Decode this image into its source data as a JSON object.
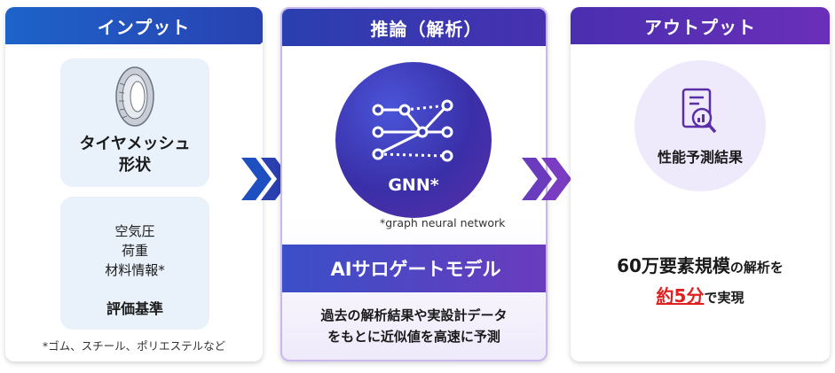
{
  "input": {
    "header": "インプット",
    "shape_line1": "タイヤメッシュ",
    "shape_line2": "形状",
    "conditions": [
      "空気圧",
      "荷重",
      "材料情報*"
    ],
    "criteria": "評価基準",
    "footnote": "*ゴム、スチール、ポリエステルなど"
  },
  "inference": {
    "header": "推論（解析）",
    "gnn_label": "GNN*",
    "gnn_note": "*graph neural network",
    "model_title": "AIサロゲートモデル",
    "desc_line1": "過去の解析結果や実設計データ",
    "desc_line2": "をもとに近似値を高速に予測"
  },
  "output": {
    "header": "アウトプット",
    "result_label": "性能予測結果",
    "line1_big": "60万要素規模",
    "line1_small": "の解析を",
    "line2_red": "約5分",
    "line2_small": "で実現"
  },
  "colors": {
    "blue": "#1d63c9",
    "indigo": "#2a3fb0",
    "purple": "#6a2fb8",
    "card_bg": "#e9f1fb",
    "highlight_red": "#e02020"
  },
  "icons": [
    "tire-icon",
    "network-graph-icon",
    "report-magnifier-icon",
    "chevron-right-icon"
  ]
}
